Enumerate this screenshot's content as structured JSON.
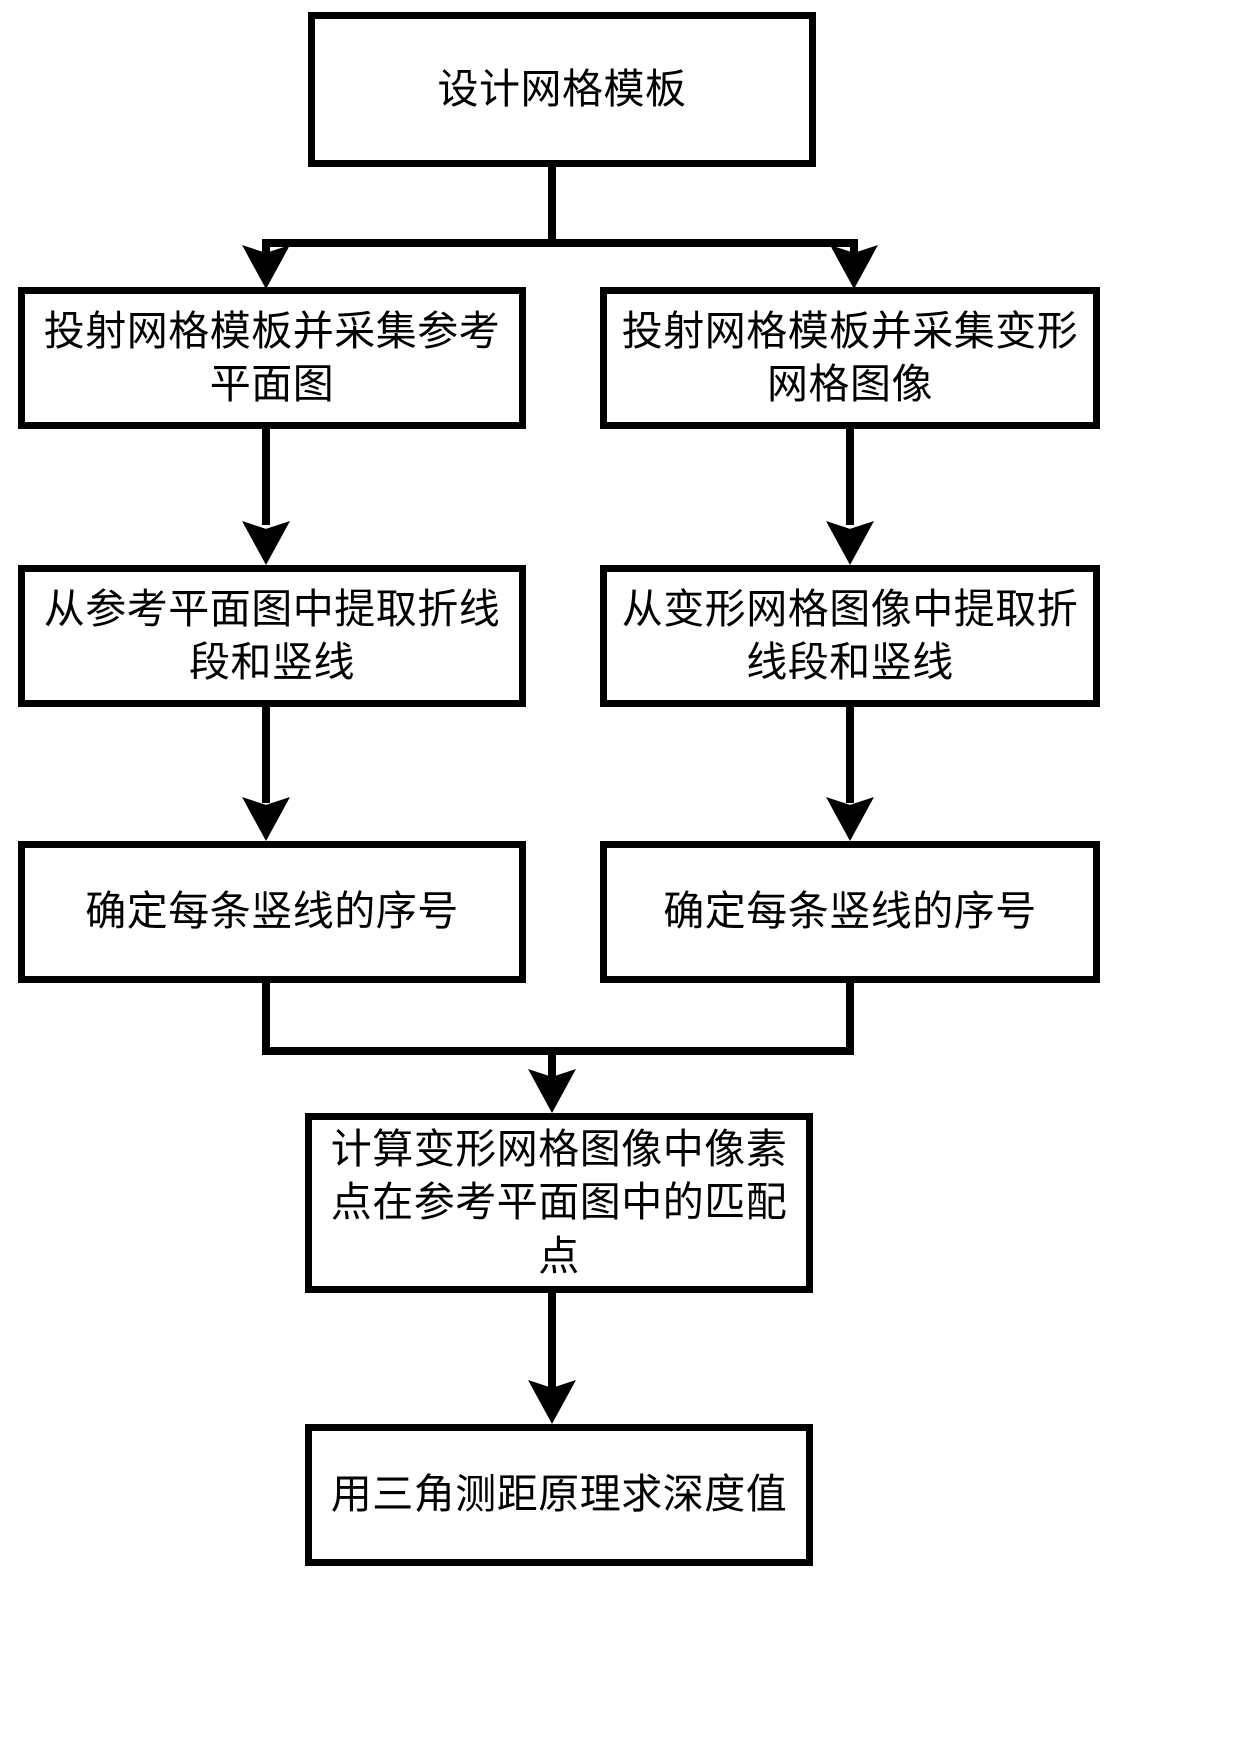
{
  "diagram": {
    "title": "",
    "background_color": "#ffffff",
    "line_color": "#000000",
    "text_color": "#000000",
    "nodes": [
      {
        "id": "design",
        "label": "设计网格模板"
      },
      {
        "id": "proj_ref",
        "label": "投射网格模板并采集参考平面图"
      },
      {
        "id": "proj_def",
        "label": "投射网格模板并采集变形网格图像"
      },
      {
        "id": "extract_ref",
        "label": "从参考平面图中提取折线段和竖线"
      },
      {
        "id": "extract_def",
        "label": "从变形网格图像中提取折线段和竖线"
      },
      {
        "id": "index_ref",
        "label": "确定每条竖线的序号"
      },
      {
        "id": "index_def",
        "label": "确定每条竖线的序号"
      },
      {
        "id": "match",
        "label": "计算变形网格图像中像素点在参考平面图中的匹配点"
      },
      {
        "id": "depth",
        "label": "用三角测距原理求深度值"
      }
    ],
    "edges": [
      {
        "from": "design",
        "to": "proj_ref"
      },
      {
        "from": "design",
        "to": "proj_def"
      },
      {
        "from": "proj_ref",
        "to": "extract_ref"
      },
      {
        "from": "proj_def",
        "to": "extract_def"
      },
      {
        "from": "extract_ref",
        "to": "index_ref"
      },
      {
        "from": "extract_def",
        "to": "index_def"
      },
      {
        "from": "index_ref",
        "to": "match"
      },
      {
        "from": "index_def",
        "to": "match"
      },
      {
        "from": "match",
        "to": "depth"
      }
    ]
  }
}
